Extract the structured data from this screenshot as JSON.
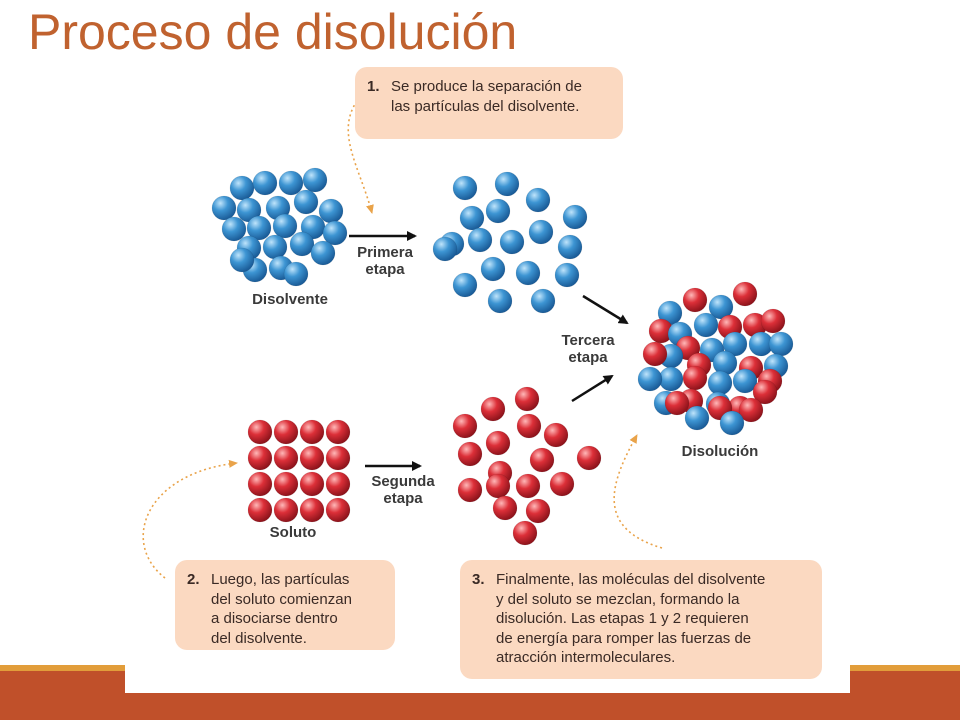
{
  "title": "Proceso de disolución",
  "callouts": {
    "step1": {
      "number": "1.",
      "text": "Se produce la separación de\nlas partículas del disolvente."
    },
    "step2": {
      "number": "2.",
      "text": "Luego, las partículas\ndel soluto comienzan\na disociarse dentro\ndel disolvente."
    },
    "step3": {
      "number": "3.",
      "text": "Finalmente, las moléculas del disolvente\ny del soluto se mezclan, formando la\ndisolución. Las etapas 1 y 2 requieren\nde energía para romper las fuerzas de\natracción intermoleculares."
    }
  },
  "labels": {
    "solvent": "Disolvente",
    "solute": "Soluto",
    "solution": "Disolución",
    "stage1": "Primera\netapa",
    "stage2": "Segunda\netapa",
    "stage3": "Tercera\netapa"
  },
  "colors": {
    "title": "#c0622f",
    "solvent_particle": "#3a8fcf",
    "solute_particle": "#d8303a",
    "callout_bg": "#fbd9c1",
    "leader_line": "#e9a34a",
    "band_thin": "#e29d3a",
    "band_thick": "#c0502a"
  }
}
